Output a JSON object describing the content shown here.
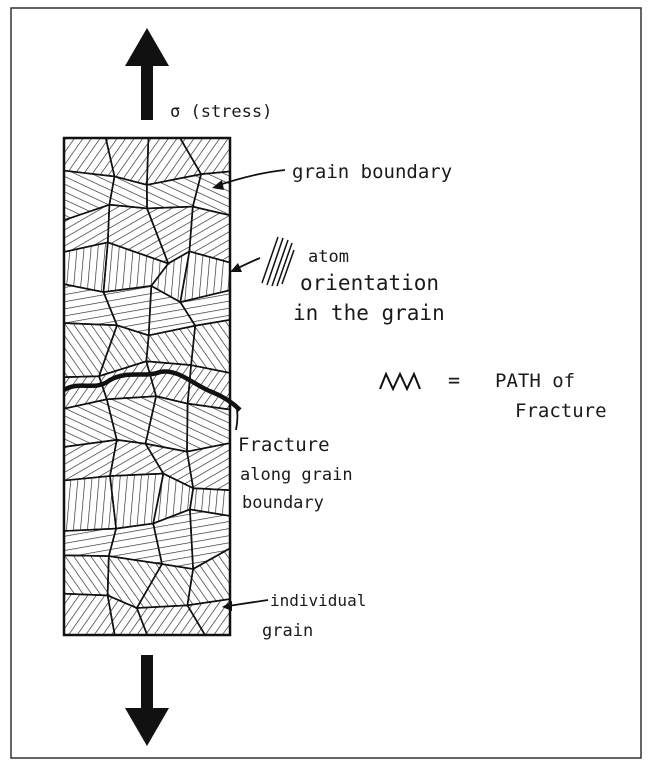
{
  "labels": {
    "stress": "σ (stress)",
    "grain_boundary": "grain boundary",
    "atom_line1": "atom",
    "atom_line2": "orientation",
    "atom_line3": "in the grain",
    "path_symbol": "ΛΛΛ",
    "equals": "=",
    "path_line1": "PATH of",
    "path_line2": "Fracture",
    "fracture_line1": "Fracture",
    "fracture_line2": "along grain",
    "fracture_line3": "boundary",
    "individual_line1": "individual",
    "individual_line2": "grain"
  },
  "colors": {
    "ink": "#111111",
    "paper": "#ffffff"
  }
}
